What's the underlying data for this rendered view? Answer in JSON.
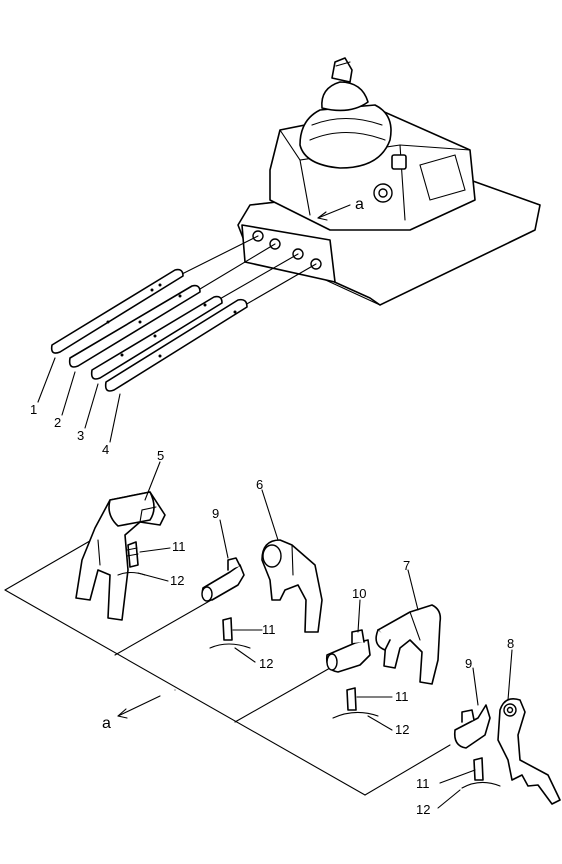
{
  "callouts": {
    "c1": "1",
    "c2": "2",
    "c3": "3",
    "c4": "4",
    "c5": "5",
    "c6": "6",
    "c7": "7",
    "c8": "8",
    "c9a": "9",
    "c9b": "9",
    "c10": "10",
    "c11a": "11",
    "c11b": "11",
    "c11c": "11",
    "c11d": "11",
    "c12a": "12",
    "c12b": "12",
    "c12c": "12",
    "c12d": "12"
  },
  "view_markers": {
    "upper": "a",
    "lower": "a"
  }
}
